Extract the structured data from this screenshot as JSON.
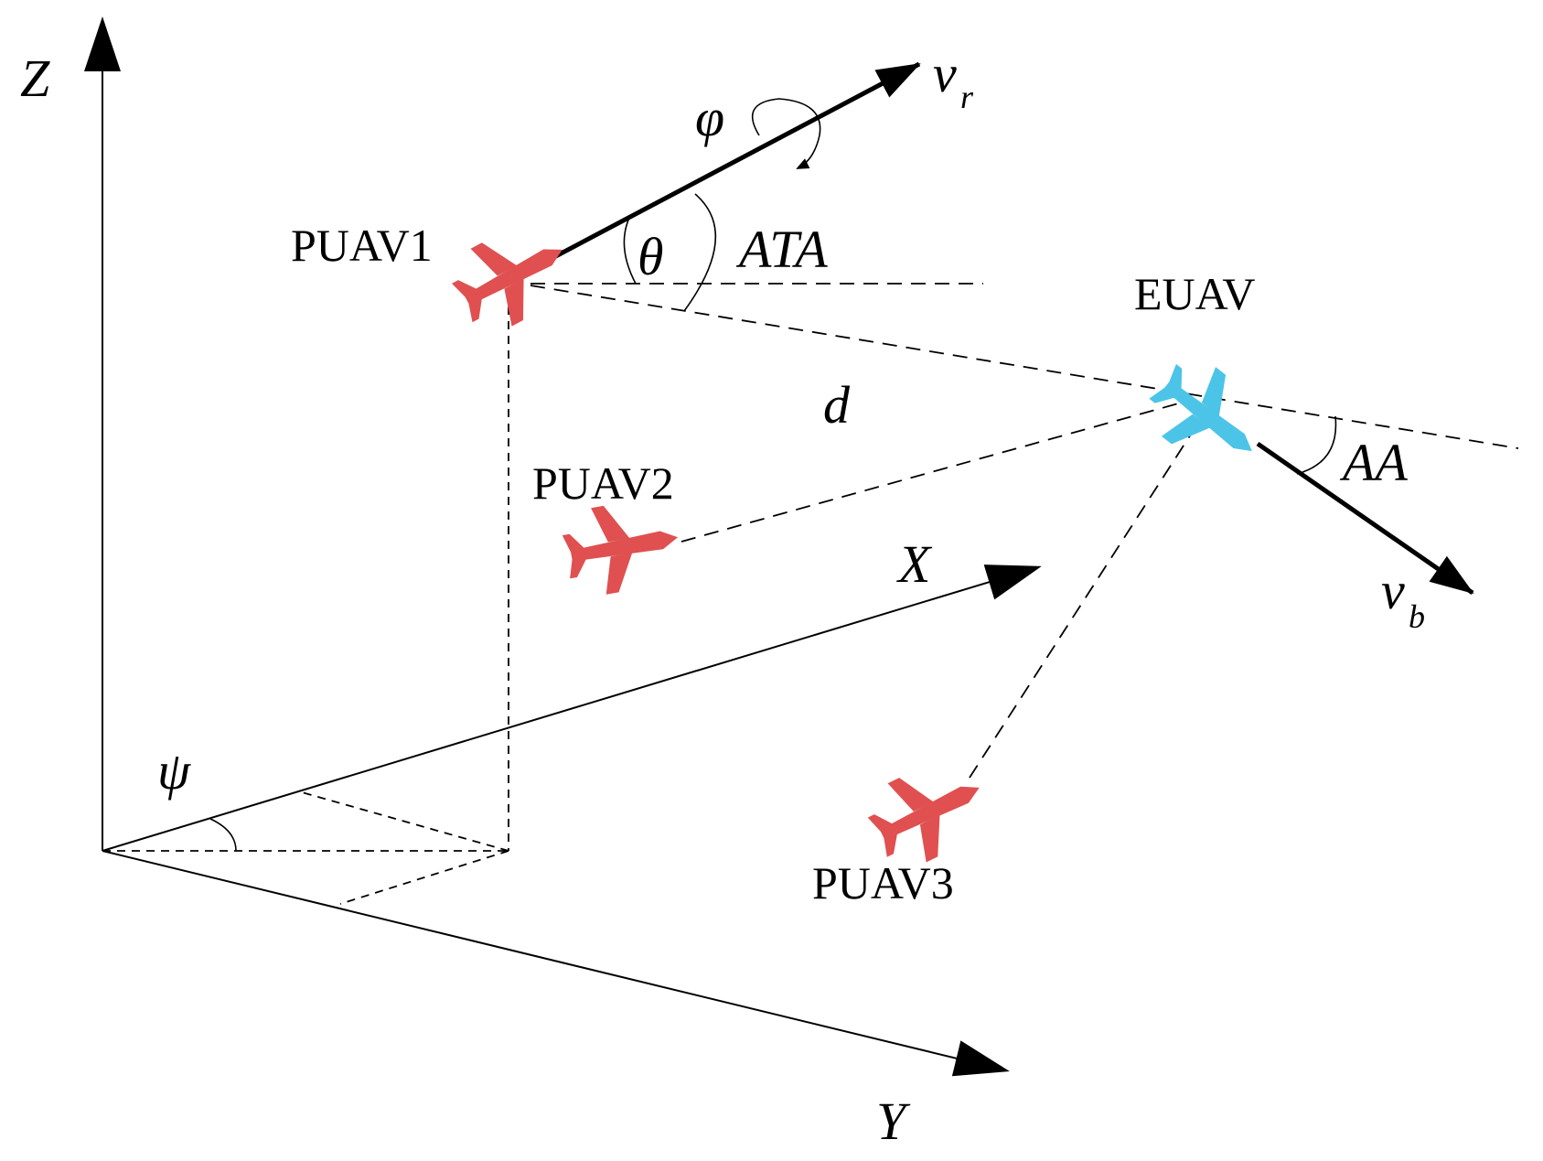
{
  "axes": {
    "z": "Z",
    "x": "X",
    "y": "Y"
  },
  "symbols": {
    "phi": "φ",
    "theta": "θ",
    "ata": "ATA",
    "aa": "AA",
    "d": "d",
    "psi": "ψ",
    "vr_base": "v",
    "vr_sub": "r",
    "vb_base": "v",
    "vb_sub": "b"
  },
  "uavs": {
    "puav1": {
      "label": "PUAV1",
      "color": "#e05050"
    },
    "puav2": {
      "label": "PUAV2",
      "color": "#e05050"
    },
    "puav3": {
      "label": "PUAV3",
      "color": "#e05050"
    },
    "euav": {
      "label": "EUAV",
      "color": "#4cc4e8"
    }
  },
  "colors": {
    "pursuer": "#e05050",
    "evader": "#4cc4e8",
    "line": "#000000"
  }
}
